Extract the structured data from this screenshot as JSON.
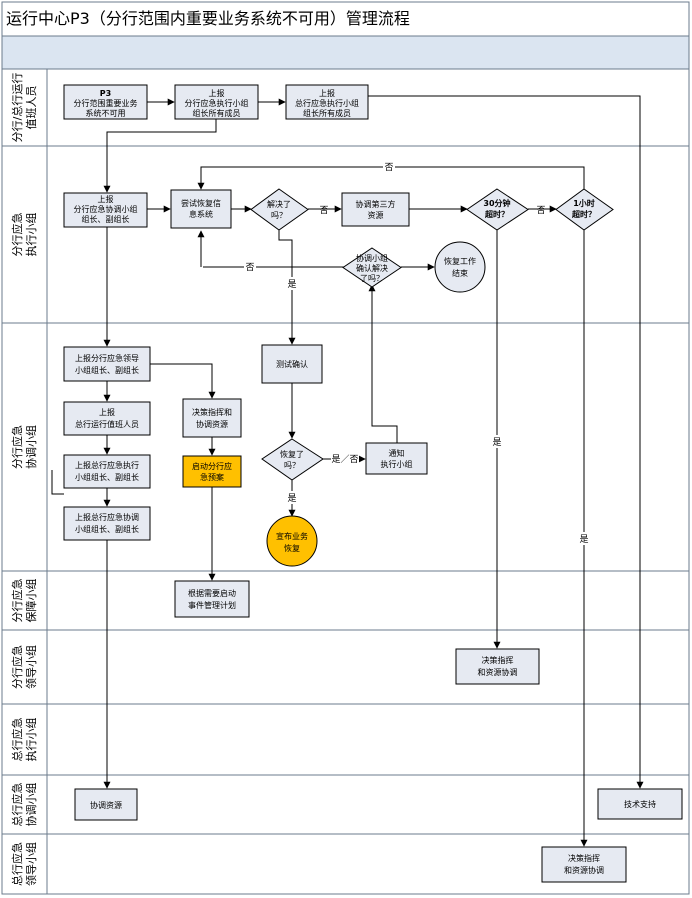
{
  "title": "运行中心P3（分行范围内重要业务系统不可用）管理流程",
  "lanes": [
    {
      "label": [
        "分行/总行运行",
        "值班人员"
      ]
    },
    {
      "label": [
        "分行应急",
        "执行小组"
      ]
    },
    {
      "label": [
        "分行应急",
        "协调小组"
      ]
    },
    {
      "label": [
        "分行应急",
        "保障小组"
      ]
    },
    {
      "label": [
        "分行应急",
        "领导小组"
      ]
    },
    {
      "label": [
        "总行应急",
        "执行小组"
      ]
    },
    {
      "label": [
        "总行应急",
        "协调小组"
      ]
    },
    {
      "label": [
        "总行应急",
        "领导小组"
      ]
    }
  ],
  "nodes": {
    "p3": [
      "P3",
      "分行范围重要业务",
      "系统不可用"
    ],
    "report_branch_exec": [
      "上报",
      "分行应急执行小组",
      "组长所有成员"
    ],
    "report_hq_exec": [
      "上报",
      "总行应急执行小组",
      "组长所有成员"
    ],
    "report_branch_coord": [
      "上报",
      "分行应急协调小组",
      "组长、副组长"
    ],
    "try_restore": [
      "尝试恢复信",
      "息系统"
    ],
    "solved_q": [
      "解决了",
      "吗？"
    ],
    "coord_third": [
      "协调第三方",
      "资源"
    ],
    "q30": [
      "30分钟",
      "超时？"
    ],
    "q1h": [
      "1小时",
      "超时？"
    ],
    "confirm_q": [
      "协调小组",
      "确认解决",
      "了吗？"
    ],
    "resume_work": [
      "恢复工作",
      "结束"
    ],
    "report_branch_lead": [
      "上报分行应急领导",
      "小组组长、副组长"
    ],
    "report_hq_duty": [
      "上报",
      "总行运行值班人员"
    ],
    "report_hq_exec_lead": [
      "上报总行应急执行",
      "小组组长、副组长"
    ],
    "report_hq_coord_lead": [
      "上报总行应急协调",
      "小组组长、副组长"
    ],
    "decide_coord": [
      "决策指挥和",
      "协调资源"
    ],
    "start_plan": [
      "启动分行应",
      "急预案"
    ],
    "test_confirm": [
      "测试确认"
    ],
    "restored_q": [
      "恢复了",
      "吗？"
    ],
    "notify_exec": [
      "通知",
      "执行小组"
    ],
    "announce": [
      "宣布业务",
      "恢复"
    ],
    "event_plan": [
      "根据需要启动",
      "事件管理计划"
    ],
    "branch_lead_decide": [
      "决策指挥",
      "和资源协调"
    ],
    "coord_res": [
      "协调资源"
    ],
    "tech_support": [
      "技术支持"
    ],
    "hq_lead_decide": [
      "决策指挥",
      "和资源协调"
    ]
  },
  "edge_labels": {
    "no": "否",
    "yes": "是",
    "yes_no": "是／否"
  },
  "colors": {
    "line": "#000000",
    "header_band": "#dbe5f1",
    "node_fill": "#e6eaf2",
    "highlight_fill": "#ffc000",
    "lane_border": "#6b7b8c"
  }
}
